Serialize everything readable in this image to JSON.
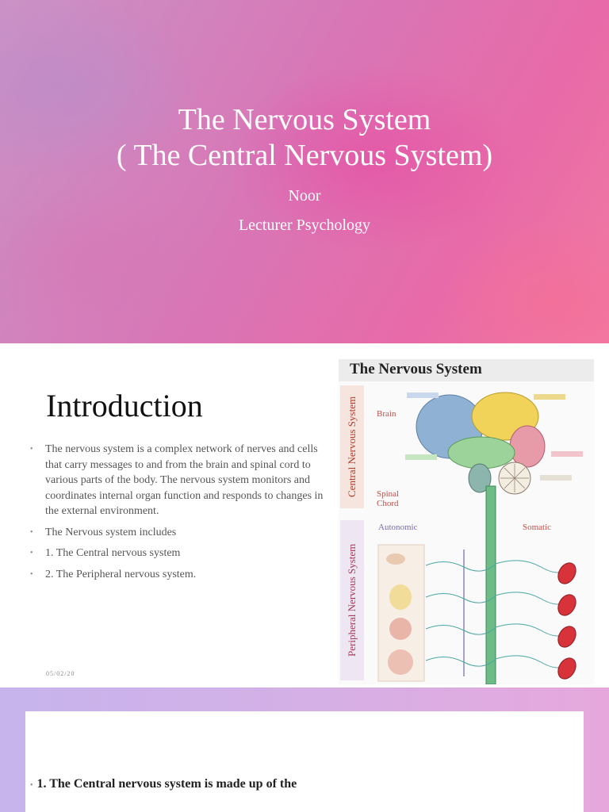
{
  "slide1": {
    "title_line1": "The Nervous System",
    "title_line2": "( The Central Nervous System)",
    "author": "Noor",
    "role": "Lecturer Psychology"
  },
  "slide2": {
    "heading": "Introduction",
    "bullets": [
      "The nervous system is a complex network of nerves and cells that carry messages to and from the brain and spinal cord to various parts of the body. The nervous system monitors and coordinates internal organ function and responds to changes in the external environment.",
      "The Nervous system includes",
      "1. The Central nervous system",
      "2. The Peripheral nervous system."
    ],
    "date": "05/02/20",
    "infographic": {
      "title": "The Nervous System",
      "central_label": "Central Nervous System",
      "peripheral_label": "Peripheral Nervous System",
      "brain_label": "Brain",
      "spinal_label_line1": "Spinal",
      "spinal_label_line2": "Chord",
      "autonomic_label": "Autonomic",
      "somatic_label": "Somatic"
    }
  },
  "slide3": {
    "item": "1. The Central nervous system is made up of the"
  },
  "colors": {
    "title_text": "#ffffff",
    "slide3_gradient_start": "#c7b4ec",
    "slide3_gradient_end": "#e6a8dc"
  }
}
